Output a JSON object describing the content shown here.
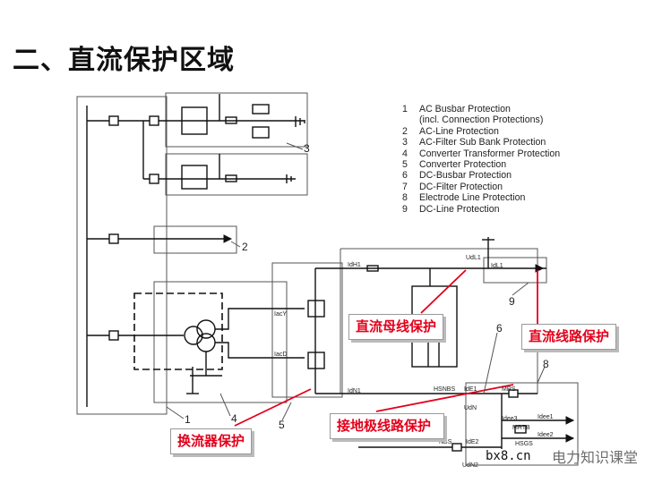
{
  "title": "二、直流保护区域",
  "legend": [
    {
      "num": "1",
      "text": "AC Busbar Protection"
    },
    {
      "num": "",
      "text": "(incl. Connection Protections)"
    },
    {
      "num": "2",
      "text": "AC-Line Protection"
    },
    {
      "num": "3",
      "text": "AC-Filter Sub Bank Protection"
    },
    {
      "num": "4",
      "text": "Converter Transformer Protection"
    },
    {
      "num": "5",
      "text": "Converter Protection"
    },
    {
      "num": "6",
      "text": "DC-Busbar Protection"
    },
    {
      "num": "7",
      "text": "DC-Filter Protection"
    },
    {
      "num": "8",
      "text": "Electrode Line Protection"
    },
    {
      "num": "9",
      "text": "DC-Line Protection"
    }
  ],
  "zone_numbers": {
    "z1": "1",
    "z2": "2",
    "z3": "3",
    "z4": "4",
    "z5": "5",
    "z6": "6",
    "z8": "8",
    "z9": "9"
  },
  "signal_labels": {
    "udl1": "UdL1",
    "idl1": "IdL1",
    "idh1": "IdH1",
    "iacy": "IacY",
    "iacd": "IacD",
    "idn1": "IdN1",
    "hsnbs": "HSNBS",
    "ide1": "IdE1",
    "udn": "UdN",
    "mrs": "MRS",
    "idee3": "Idee3",
    "idee1": "Idee1",
    "mrtb": "MRTB",
    "idee2": "Idee2",
    "hsgs": "HSGS",
    "nbs": "NBS",
    "ide2": "IdE2",
    "udn2": "UdN2"
  },
  "callouts": {
    "dc_bus": "直流母线保护",
    "dc_line": "直流线路保护",
    "converter": "换流器保护",
    "electrode": "接地极线路保护"
  },
  "watermark": "电力知识课堂",
  "watermark_site": "bx8.cn"
}
